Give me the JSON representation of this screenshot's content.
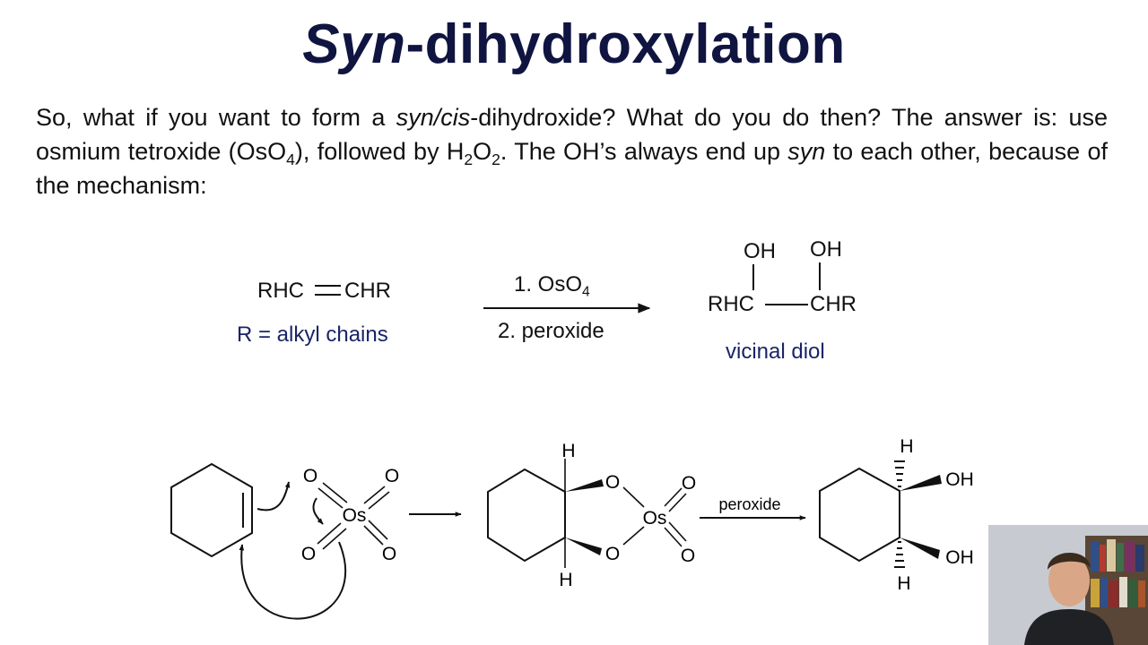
{
  "title": {
    "italic_part": "Syn",
    "rest": "-dihydroxylation"
  },
  "paragraph": {
    "t1": "So, what if you want to form a ",
    "t2": "syn/cis",
    "t3": "-dihydroxide? What do you do then? The answer is: use osmium tetroxide (OsO",
    "t4": "4",
    "t5": "), followed by H",
    "t6": "2",
    "t7": "O",
    "t8": "2",
    "t9": ". The OH’s always end up ",
    "t10": "syn",
    "t11": " to each other, because of the mechanism:"
  },
  "reaction": {
    "reactant": {
      "left": "RHC",
      "right": "CHR"
    },
    "r_note": "R = alkyl chains",
    "step1": "1. OsO",
    "step1_sub": "4",
    "step2": "2. peroxide",
    "product": {
      "oh_left": "OH",
      "oh_right": "OH",
      "left": "RHC",
      "right": "CHR"
    },
    "product_note": "vicinal diol"
  },
  "mechanism": {
    "oxygen": "O",
    "osmium": "Os",
    "hydrogen": "H",
    "hydroxyl": "OH",
    "reagent": "peroxide"
  },
  "colors": {
    "title": "#101440",
    "note": "#1a2466"
  }
}
